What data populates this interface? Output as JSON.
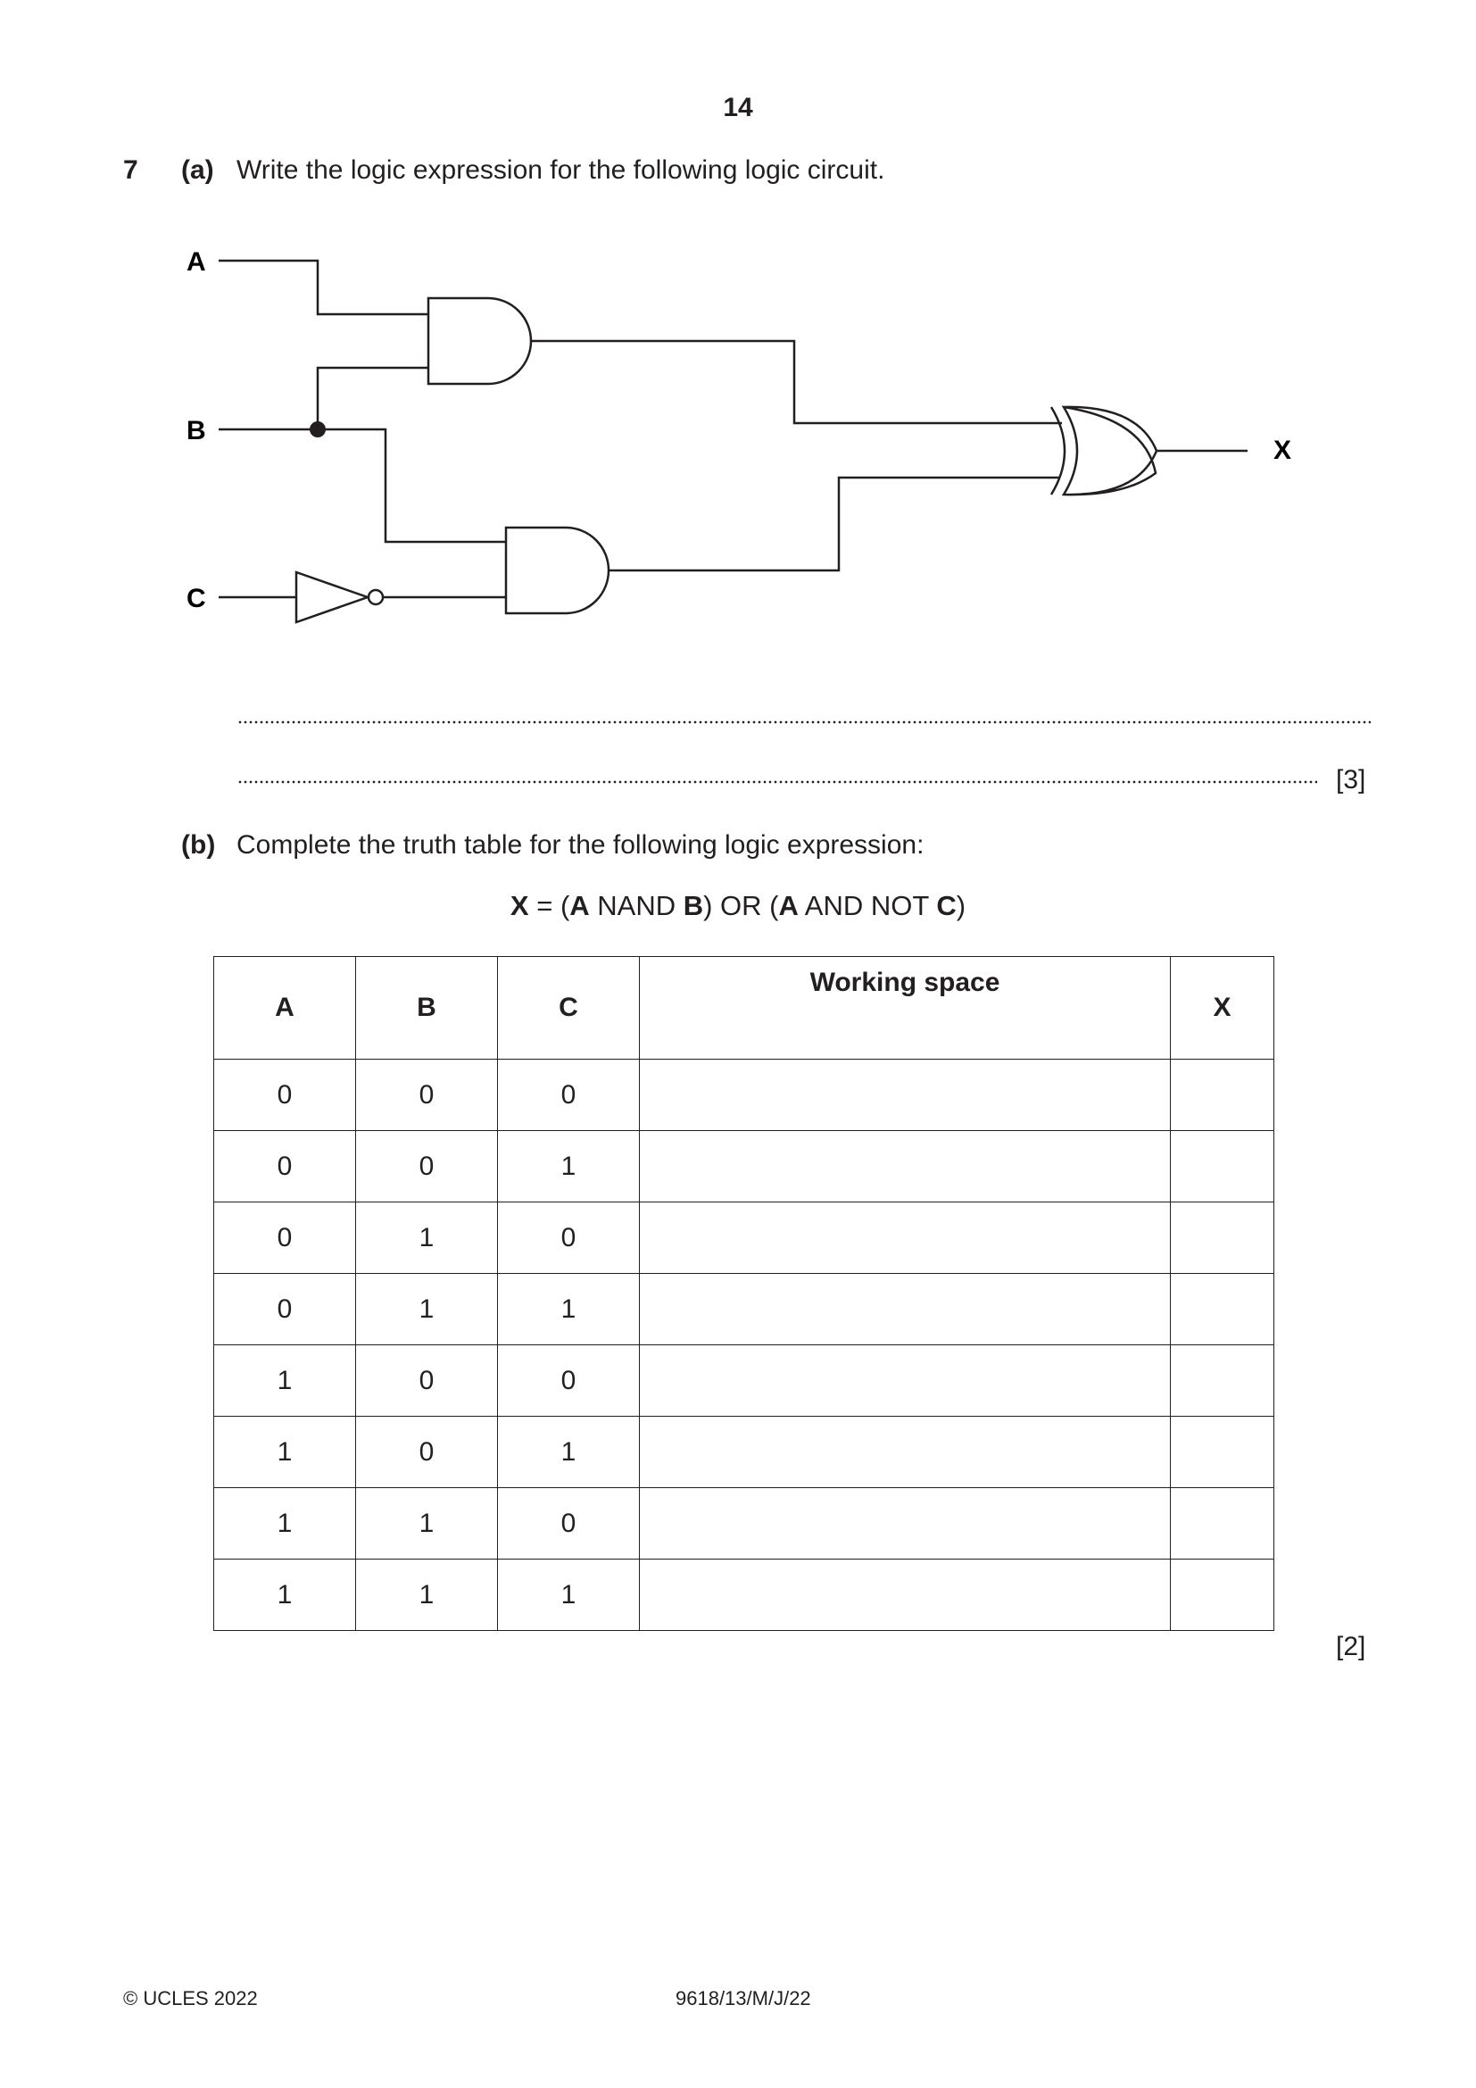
{
  "page_number": "14",
  "question": {
    "number": "7",
    "part_a": {
      "label": "(a)",
      "text": "Write the logic expression for the following logic circuit.",
      "marks": "[3]"
    },
    "part_b": {
      "label": "(b)",
      "text": "Complete the truth table for the following logic expression:",
      "marks": "[2]"
    }
  },
  "circuit": {
    "input_a": "A",
    "input_b": "B",
    "input_c": "C",
    "output": "X",
    "gates": [
      "and-gate",
      "and-gate",
      "not-gate",
      "xor-gate"
    ]
  },
  "expression": {
    "x": "X",
    "eq_open": " = (",
    "a1": "A",
    "nand": " NAND ",
    "b1": "B",
    "or_part": ") OR (",
    "a2": "A",
    "and_not": " AND NOT ",
    "c1": "C",
    "close": ")"
  },
  "truth_table": {
    "headers": [
      "A",
      "B",
      "C",
      "Working space",
      "X"
    ],
    "rows": [
      [
        "0",
        "0",
        "0",
        "",
        ""
      ],
      [
        "0",
        "0",
        "1",
        "",
        ""
      ],
      [
        "0",
        "1",
        "0",
        "",
        ""
      ],
      [
        "0",
        "1",
        "1",
        "",
        ""
      ],
      [
        "1",
        "0",
        "0",
        "",
        ""
      ],
      [
        "1",
        "0",
        "1",
        "",
        ""
      ],
      [
        "1",
        "1",
        "0",
        "",
        ""
      ],
      [
        "1",
        "1",
        "1",
        "",
        ""
      ]
    ]
  },
  "footer": {
    "copyright": "© UCLES 2022",
    "code": "9618/13/M/J/22"
  }
}
